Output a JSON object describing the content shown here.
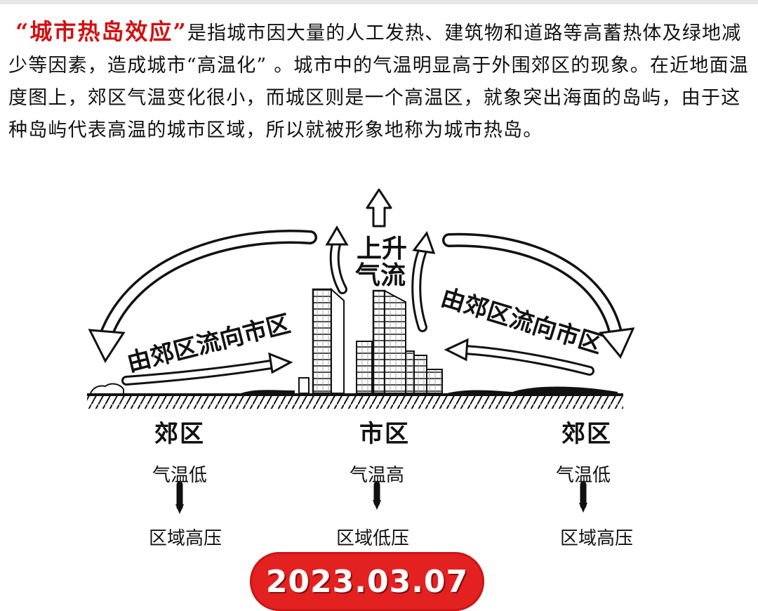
{
  "intro": {
    "highlight": "“城市热岛效应”",
    "body": "是指城市因大量的人工发热、建筑物和道路等高蓄热体及绿地减少等因素，造成城市“高温化” 。城市中的气温明显高于外围郊区的现象。在近地面温度图上，郊区气温变化很小，而城区则是一个高温区，就象突出海面的岛屿，由于这种岛屿代表高温的城市区域，所以就被形象地称为城市热岛。"
  },
  "diagram": {
    "rising_label": [
      "上升",
      "气流"
    ],
    "flow_label": "由郊区流向市区",
    "zones": [
      {
        "name": "郊区",
        "temperature": "气温低",
        "pressure": "区域高压"
      },
      {
        "name": "市区",
        "temperature": "气温高",
        "pressure": "区域低压"
      },
      {
        "name": "郊区",
        "temperature": "气温低",
        "pressure": "区域高压"
      }
    ]
  },
  "date_badge": "2023.03.07",
  "colors": {
    "highlight": "#d21010",
    "badge": "#e42121"
  }
}
